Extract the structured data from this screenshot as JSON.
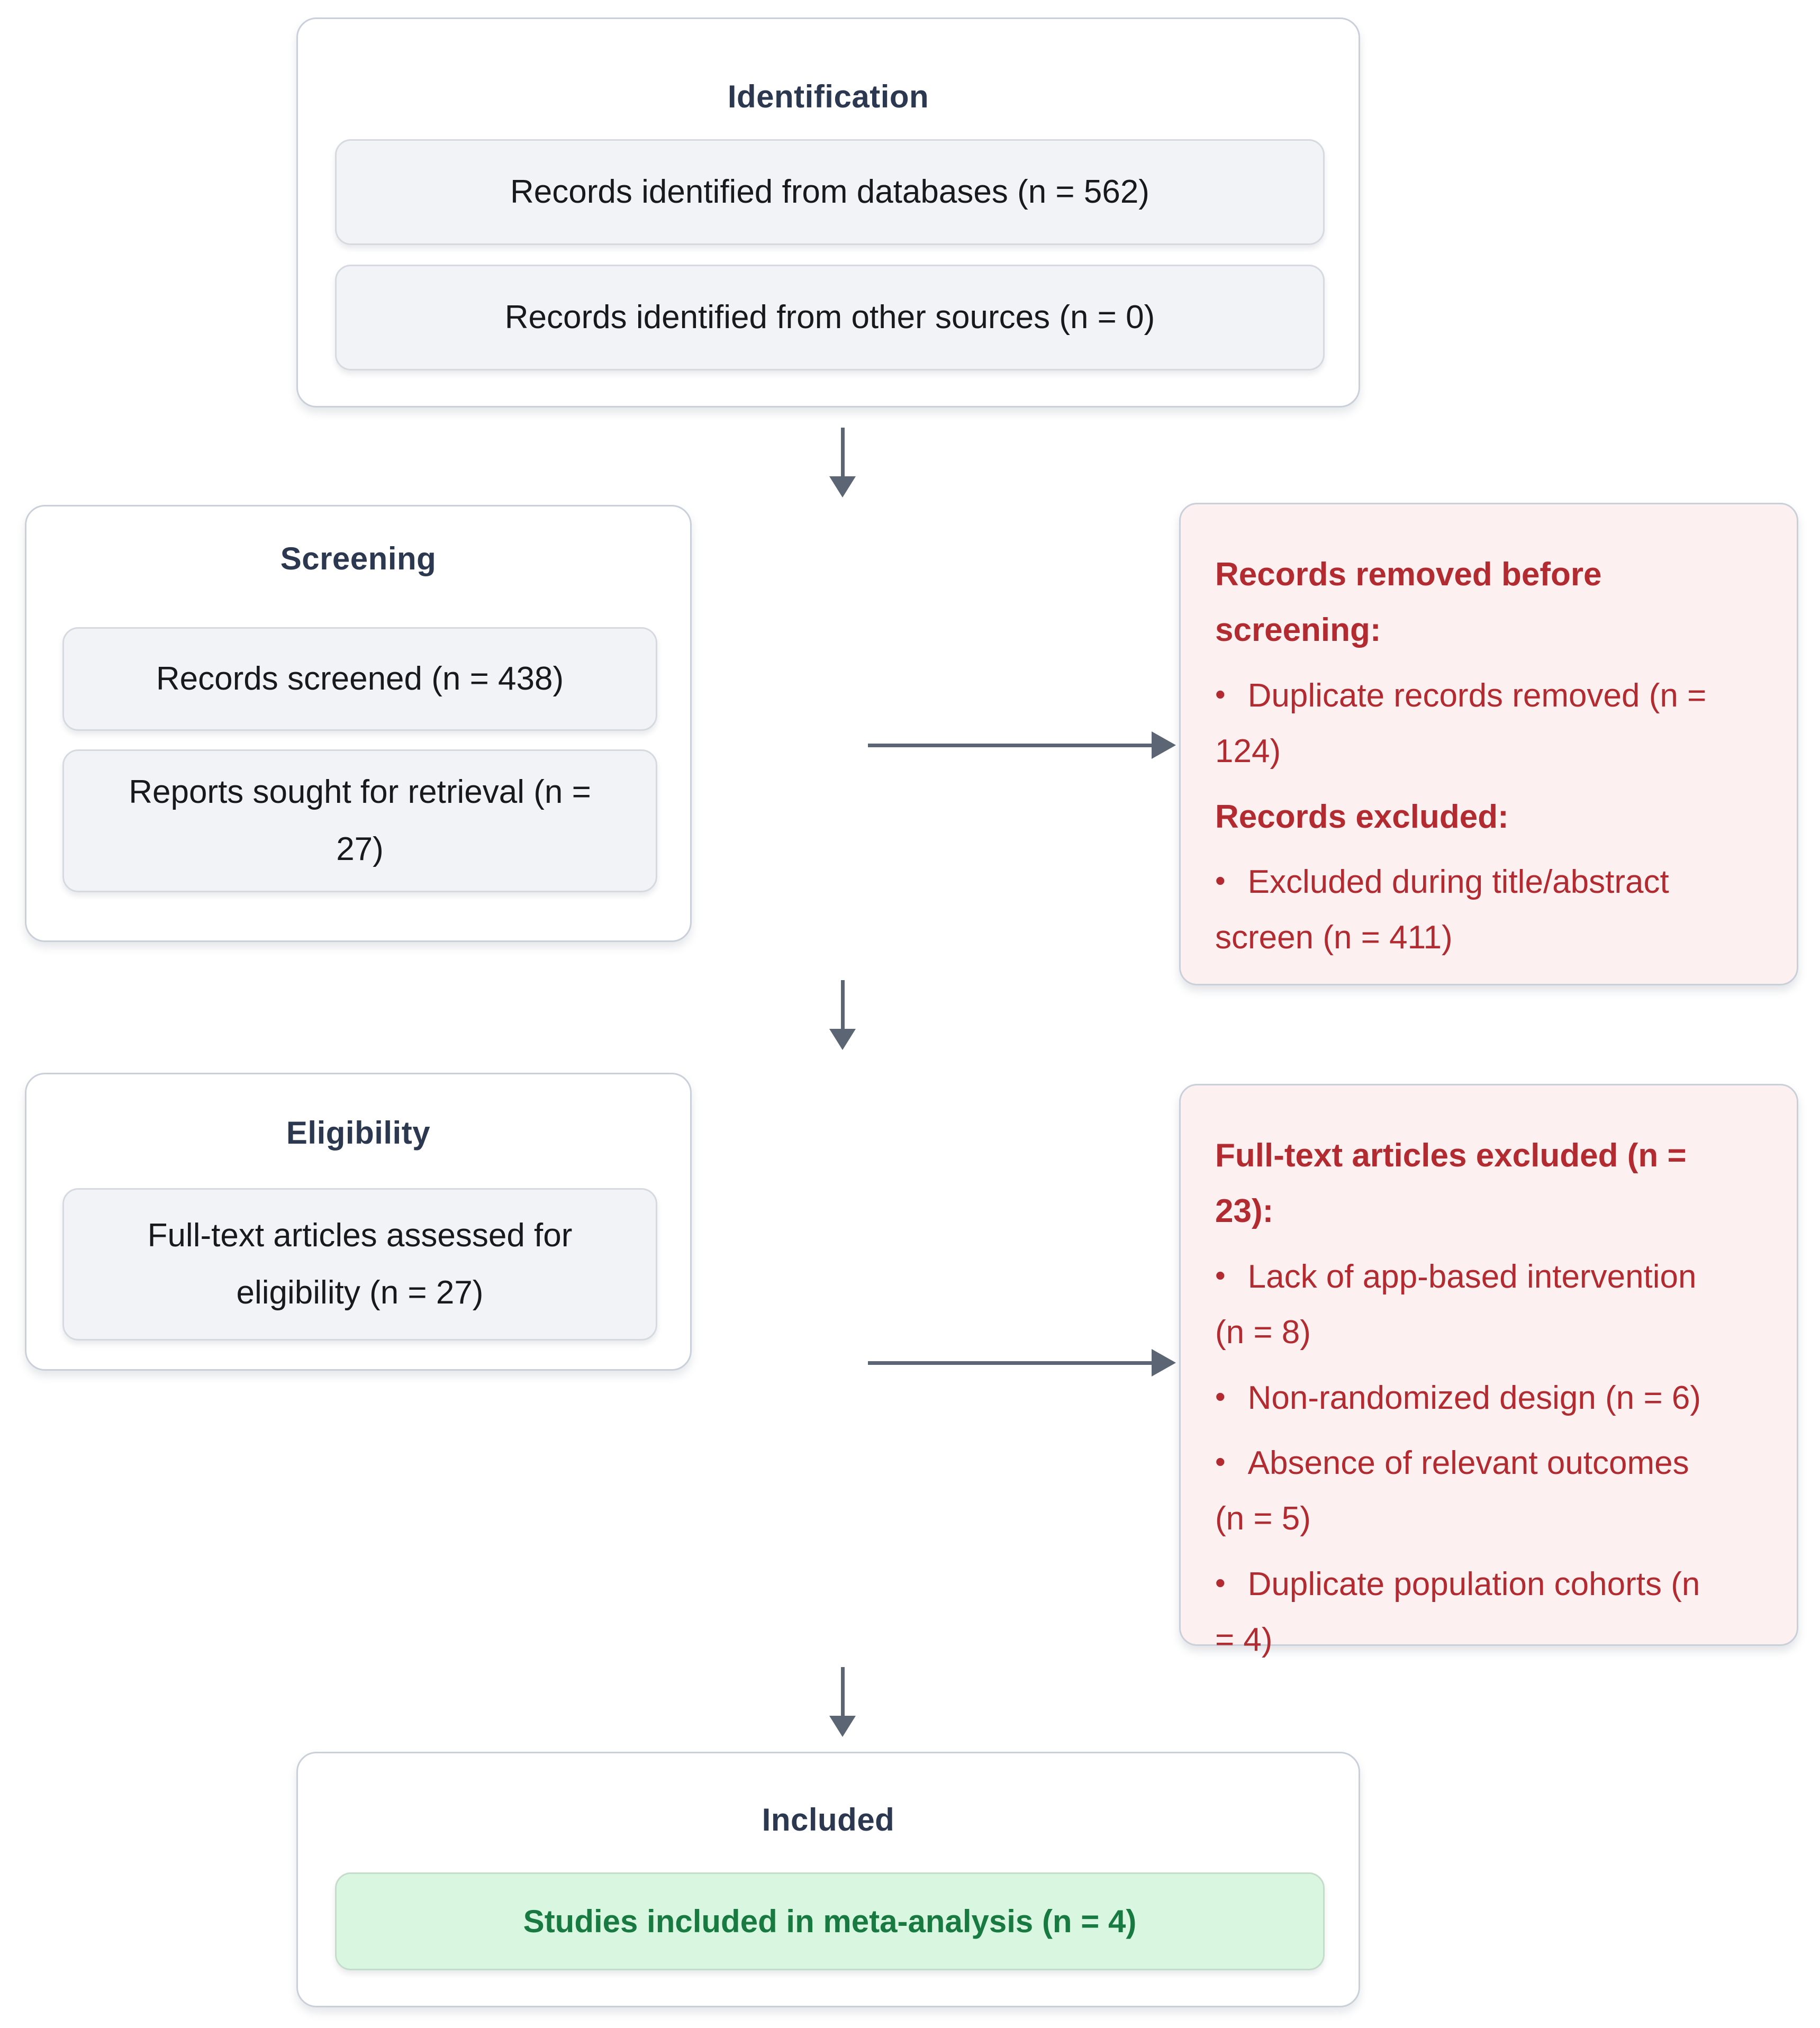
{
  "figure": {
    "type": "PRISMA flow diagram",
    "bullet_glyph": "•",
    "colors": {
      "stage_title": "#2c3850",
      "body_text": "#17191d",
      "outer_border": "#c9d0d9",
      "gray_box_bg": "#f2f3f6",
      "gray_box_border": "#d6dae0",
      "red_text": "#b12b31",
      "red_bg": "#fdf0f1",
      "green_text": "#187a40",
      "green_bg": "#d9f6e1",
      "green_border": "#c6dccb",
      "arrow": "#5c6574"
    },
    "identification": {
      "title": "Identification",
      "box1": "Records identified from databases (n = 562)",
      "box2": "Records identified from other sources (n = 0)"
    },
    "screening": {
      "title": "Screening",
      "box1": "Records screened (n = 438)",
      "box2": "Reports sought for retrieval (n =\n27)"
    },
    "removed_note": {
      "heading1": "Records removed before\nscreening:",
      "bullet1": "Duplicate records removed (n =\n124)",
      "heading2": "Records excluded:",
      "bullet2": "Excluded during title/abstract\nscreen (n = 411)"
    },
    "eligibility": {
      "title": "Eligibility",
      "box1": "Full-text articles assessed for\neligibility (n = 27)"
    },
    "excluded_note": {
      "heading": "Full-text articles excluded (n =\n23):",
      "bullets": [
        "Lack of app-based intervention\n(n = 8)",
        "Non-randomized design (n = 6)",
        "Absence of relevant outcomes\n(n = 5)",
        "Duplicate population cohorts (n\n= 4)"
      ]
    },
    "included": {
      "title": "Included",
      "box1": "Studies included in meta-analysis (n = 4)"
    }
  }
}
